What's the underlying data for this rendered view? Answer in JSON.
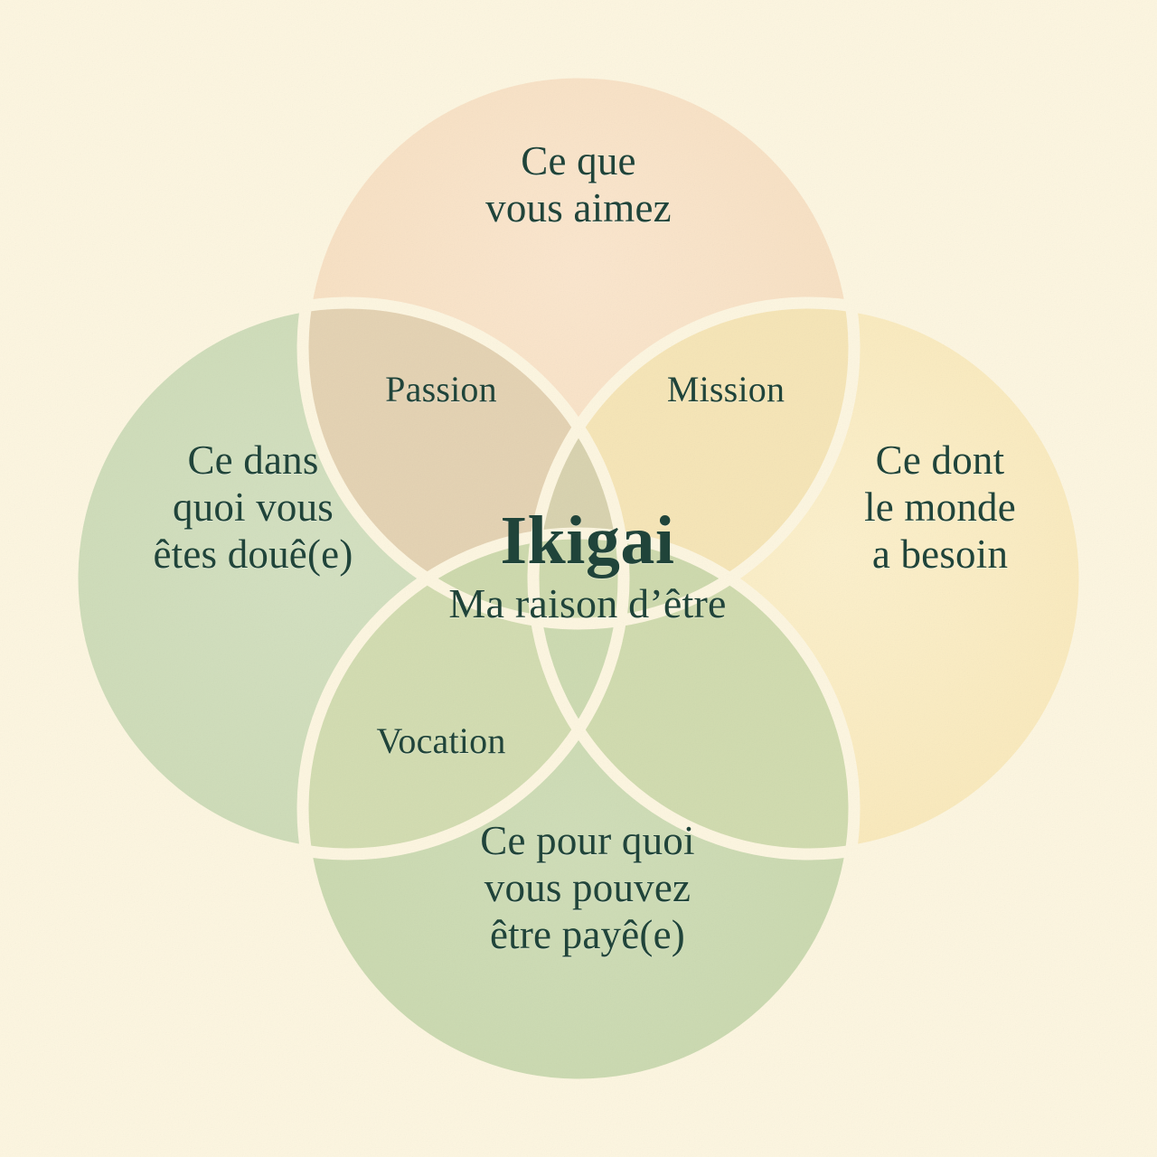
{
  "diagram": {
    "type": "venn",
    "title": "Ikigai",
    "language": "fr",
    "background_color": "#fdf6e0",
    "text_color": "#20443a",
    "separator_color": "#fdf6e0"
  },
  "center": {
    "title": "Ikigai",
    "subtitle": "Ma raison d’être"
  },
  "circles": {
    "top": {
      "label": "Ce que\nvous aimez",
      "color": "#fae3c7"
    },
    "left": {
      "label": "Ce dans\nquoi vous\nêtes douê(e)",
      "color": "#cfdcba"
    },
    "right": {
      "label": "Ce dont\nle monde\na besoin",
      "color": "#fbeec2"
    },
    "bottom": {
      "label": "Ce pour quoi\nvous pouvez\nêtre payê(e)",
      "color": "#cbdab1"
    }
  },
  "overlaps": {
    "passion": {
      "label": "Passion",
      "color": "#e6d3b0"
    },
    "mission": {
      "label": "Mission",
      "color": "#f7e6b4"
    },
    "vocation": {
      "label": "Vocation",
      "color": "#d4dcaf"
    },
    "profession": {
      "label": "",
      "color": "#d2dcae"
    },
    "triple_top": {
      "color": "#d9d3ac"
    }
  }
}
